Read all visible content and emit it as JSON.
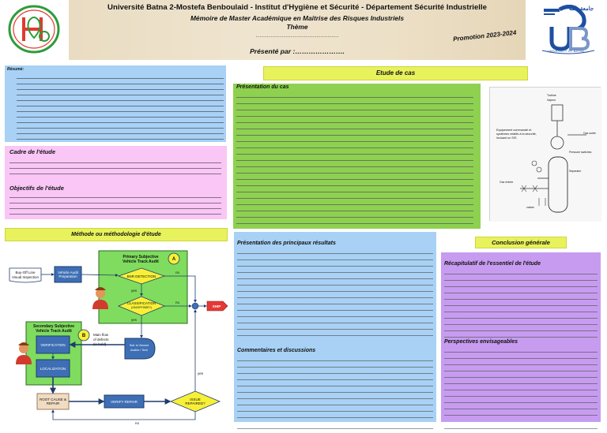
{
  "header": {
    "line1": "Université Batna 2-Mostefa Benboulaid - Institut d'Hygiène et Sécurité - Département Sécurité  Industrielle",
    "line2": "Mémoire de Master Académique en Maitrise des Risques Industriels",
    "line3": "Thème",
    "line4": "………………………………………",
    "presenter": "Présenté par :………………….",
    "promotion": "Promotion 2023-2024"
  },
  "logo_right": {
    "arabic": "جامعة باتنة",
    "letters": "UB",
    "caption": "UNIVERSITY OF BATNA"
  },
  "sections": {
    "resume": "Résumé:",
    "cadre": "Cadre de l'étude",
    "objectifs": "Objectifs de l'étude",
    "methode": "Méthode ou méthodologie d'étude",
    "etude_cas": "Etude de cas",
    "presentation_cas": "Présentation du cas",
    "resultats": "Présentation des principaux résultats",
    "commentaires": "Commentaires et discussions",
    "conclusion": "Conclusion générale",
    "recapitulatif": "Récapitulatif de l'essentiel de l'étude",
    "perspectives": "Perspectives envisageables"
  },
  "diagram": {
    "labels": {
      "turbine": "Turbine",
      "vapeur": "Vapeur",
      "gaz": "Gaz sortie",
      "equipement": "Equipement commandé et systèmes relatifs à la sécurité, incluant un SIS",
      "pressure": "Pressure switches",
      "separator": "Separator",
      "valves": "valves",
      "inlet": "Gaz entrée"
    }
  },
  "flowchart": {
    "buy_off": "Buy-Off Line Visual Inspection",
    "prep": "Vehicle Audit Preparation",
    "primary_title": "Primary Subjective Vehicle Track Audit",
    "badge_a": "A",
    "bsr": "BSR DETECTION",
    "classification": "CLASSIFICATION (ON/OFF/BSR?)",
    "no1": "no",
    "no2": "no",
    "yes1": "yes",
    "yes2": "yes",
    "ship": "SHIP",
    "secondary_title": "Secondary Subjective Vehicle Track Audit",
    "badge_b": "B",
    "verification": "VERIFICATION",
    "localization": "LOCALIZATION",
    "main_flow": "Main flow of defects (in bold)",
    "sub_title": "Sub: to Second Auditor / Tech",
    "root_cause": "ROOT CAUSE & REPAIR",
    "verify": "VERIFY REPAIR",
    "issue": "ISSUE REPAIRED?",
    "yes3": "yes",
    "no3": "no"
  },
  "colors": {
    "blue": "#a8d1f5",
    "pink": "#f9c6f6",
    "green": "#8ed150",
    "yellow": "#e8f25c",
    "purple": "#c79cf0"
  }
}
